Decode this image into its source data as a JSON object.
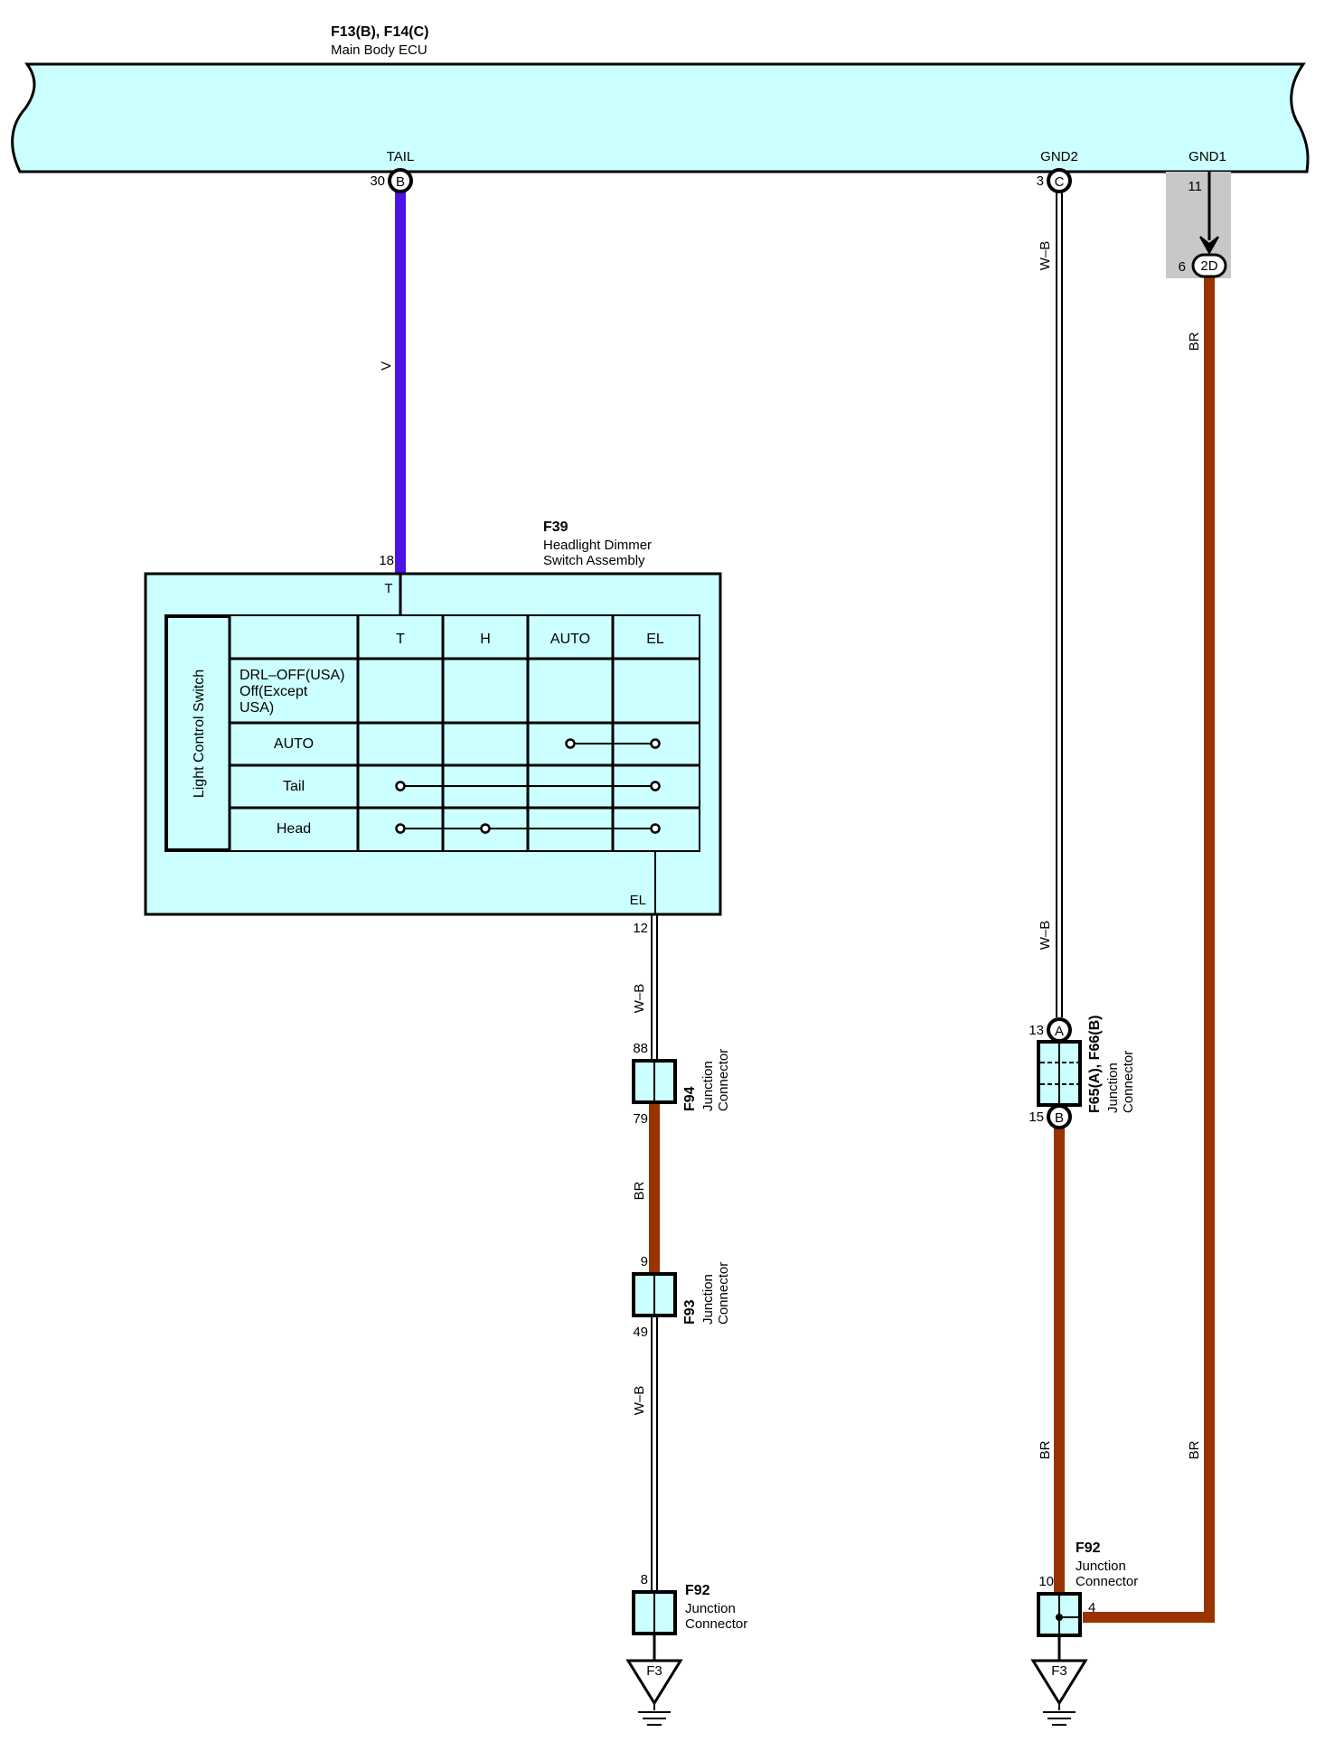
{
  "ecu": {
    "code": "F13(B), F14(C)",
    "name": "Main Body ECU"
  },
  "ecu_pins": {
    "tail": {
      "name": "TAIL",
      "num": "30",
      "conn": "B"
    },
    "gnd2": {
      "name": "GND2",
      "num": "3",
      "conn": "C"
    },
    "gnd1": {
      "name": "GND1",
      "num": "11"
    }
  },
  "jb": {
    "num": "6",
    "label": "2D"
  },
  "switch": {
    "code": "F39",
    "name_line1": "Headlight Dimmer",
    "name_line2": "Switch Assembly",
    "pin_t_num": "18",
    "pin_t_name": "T",
    "pin_el_name": "EL",
    "pin_el_num": "12",
    "table_title": "Light Control Switch",
    "columns": [
      "T",
      "H",
      "AUTO",
      "EL"
    ],
    "rows": [
      [
        "DRL–OFF(USA)",
        "Off(Except",
        "USA)"
      ],
      [
        "AUTO"
      ],
      [
        "Tail"
      ],
      [
        "Head"
      ]
    ]
  },
  "wires": {
    "v": "V",
    "wb1": "W–B",
    "br1": "BR",
    "wb2": "W–B",
    "gnd2_wb_top": "W–B",
    "gnd2_wb_bottom": "W–B",
    "gnd2_br": "BR",
    "gnd1_br_top": "BR",
    "gnd1_br_bottom": "BR"
  },
  "connectors": {
    "f94": {
      "code": "F94",
      "line1": "Junction",
      "line2": "Connector",
      "pin_in": "88",
      "pin_out": "79"
    },
    "f93": {
      "code": "F93",
      "line1": "Junction",
      "line2": "Connector",
      "pin_in": "9",
      "pin_out": "49"
    },
    "f92_left": {
      "code": "F92",
      "line1": "Junction",
      "line2": "Connector",
      "pin": "8"
    },
    "f65": {
      "code": "F65(A), F66(B)",
      "line1": "Junction",
      "line2": "Connector",
      "pin_in": "13",
      "conn_in": "A",
      "pin_out": "15",
      "conn_out": "B"
    },
    "f92_right": {
      "code": "F92",
      "line1": "Junction",
      "line2": "Connector",
      "pin_in": "10",
      "pin_in2": "4"
    }
  },
  "grounds": {
    "left": "F3",
    "right": "F3"
  },
  "colors": {
    "ecu_fill": "#ccffff",
    "wire_v": "#4b14e6",
    "wire_br": "#993300",
    "jb_shade": "#c8c8c8"
  }
}
